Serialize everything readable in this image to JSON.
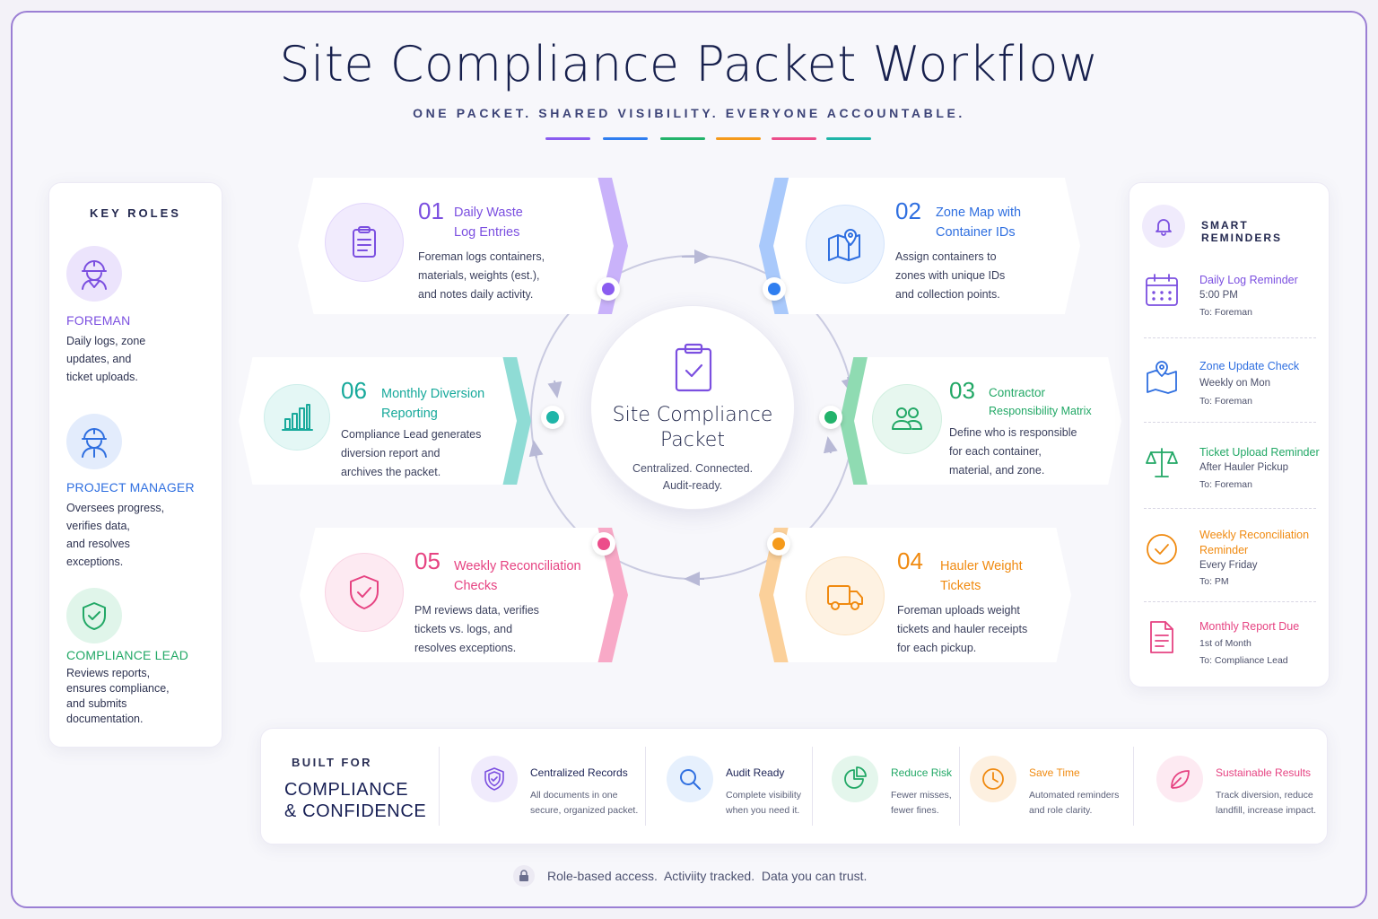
{
  "title": "Site Compliance Packet Workflow",
  "subtitle": "ONE PACKET. SHARED VISIBILITY. EVERYONE ACCOUNTABLE.",
  "colors": {
    "purple": "#8a5cf0",
    "blue": "#2f7ef0",
    "green": "#22b36b",
    "orange": "#f59a1b",
    "pink": "#ec4d8a",
    "teal": "#1fb5a8",
    "navy": "#1b2255"
  },
  "key_roles": {
    "title": "KEY ROLES",
    "roles": [
      {
        "name": "FOREMAN",
        "icon": "worker-hardhat-icon",
        "desc_lines": [
          "Daily logs, zone",
          "updates, and",
          "ticket uploads."
        ]
      },
      {
        "name": "PROJECT MANAGER",
        "icon": "engineer-hardhat-icon",
        "desc_lines": [
          "Oversees progress,",
          "verifies data,",
          "and resolves",
          "exceptions."
        ]
      },
      {
        "name": "COMPLIANCE LEAD",
        "icon": "shield-check-icon",
        "desc_lines": [
          "Reviews reports,",
          "ensures compliance,",
          "and submits",
          "documentation."
        ]
      }
    ]
  },
  "center": {
    "title_lines": [
      "Site Compliance",
      "Packet"
    ],
    "sub_lines": [
      "Centralized. Connected.",
      "Audit-ready."
    ]
  },
  "steps": [
    {
      "num": "01",
      "title_lines": [
        "Daily Waste",
        "Log Entries"
      ],
      "desc_lines": [
        "Foreman logs containers,",
        "materials, weights (est.),",
        "and notes daily activity."
      ],
      "icon": "clipboard-icon"
    },
    {
      "num": "02",
      "title_lines": [
        "Zone Map with",
        "Container IDs"
      ],
      "desc_lines": [
        "Assign containers to",
        "zones with unique IDs",
        "and collection points."
      ],
      "icon": "map-pin-icon"
    },
    {
      "num": "03",
      "title_lines": [
        "Contractor",
        "Responsibility Matrix"
      ],
      "desc_lines": [
        "Define who is responsible",
        "for each container,",
        "material, and zone."
      ],
      "icon": "people-icon"
    },
    {
      "num": "04",
      "title_lines": [
        "Hauler Weight",
        "Tickets"
      ],
      "desc_lines": [
        "Foreman uploads weight",
        "tickets and hauler receipts",
        "for each pickup."
      ],
      "icon": "truck-icon"
    },
    {
      "num": "05",
      "title_lines": [
        "Weekly Reconciliation",
        "Checks"
      ],
      "desc_lines": [
        "PM reviews data, verifies",
        "tickets vs. logs, and",
        "resolves exceptions."
      ],
      "icon": "shield-check-icon"
    },
    {
      "num": "06",
      "title_lines": [
        "Monthly Diversion",
        "Reporting"
      ],
      "desc_lines": [
        "Compliance Lead generates",
        "diversion report and",
        "archives the packet."
      ],
      "icon": "bar-chart-icon"
    }
  ],
  "reminders": {
    "title": "SMART REMINDERS",
    "items": [
      {
        "title_lines": [
          "Daily Log Reminder"
        ],
        "lines": [
          "5:00 PM",
          "To: Foreman"
        ],
        "icon": "calendar-icon"
      },
      {
        "title_lines": [
          "Zone Update Check"
        ],
        "lines": [
          "Weekly on Mon",
          "To: Foreman"
        ],
        "icon": "map-pin-icon"
      },
      {
        "title_lines": [
          "Ticket Upload Reminder"
        ],
        "lines": [
          "After Hauler Pickup",
          "To: Foreman"
        ],
        "icon": "scale-icon"
      },
      {
        "title_lines": [
          "Weekly Reconciliation",
          "Reminder"
        ],
        "lines": [
          "Every Friday",
          "To: PM"
        ],
        "icon": "check-circle-icon"
      },
      {
        "title_lines": [
          "Monthly Report Due"
        ],
        "lines": [
          "1st of Month",
          "To: Compliance Lead"
        ],
        "icon": "document-icon"
      }
    ]
  },
  "built_for": {
    "label": "BUILT FOR",
    "title_lines": [
      "COMPLIANCE",
      "& CONFIDENCE"
    ],
    "benefits": [
      {
        "title": "Centralized Records",
        "desc_lines": [
          "All documents in one",
          "secure, organized packet."
        ],
        "icon": "shield-icon"
      },
      {
        "title": "Audit Ready",
        "desc_lines": [
          "Complete visibility",
          "when you need it."
        ],
        "icon": "magnifier-icon"
      },
      {
        "title": "Reduce Risk",
        "desc_lines": [
          "Fewer misses,",
          "fewer fines."
        ],
        "icon": "pie-chart-icon"
      },
      {
        "title": "Save Time",
        "desc_lines": [
          "Automated reminders",
          "and role clarity."
        ],
        "icon": "clock-icon"
      },
      {
        "title": "Sustainable Results",
        "desc_lines": [
          "Track diversion, reduce",
          "landfill, increase impact."
        ],
        "icon": "leaf-icon"
      }
    ]
  },
  "footer": "Role-based access.  Activiity tracked.  Data you can trust."
}
